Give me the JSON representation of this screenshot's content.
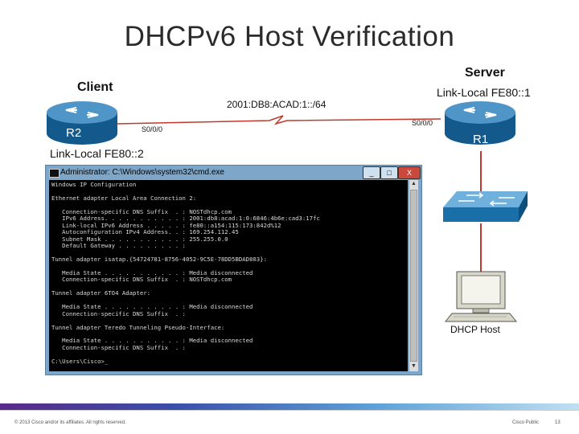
{
  "title": "DHCPv6 Host Verification",
  "topology": {
    "client_label": "Client",
    "server_label": "Server",
    "r2_name": "R2",
    "r1_name": "R1",
    "r2_link_local": "Link-Local FE80::2",
    "r1_link_local": "Link-Local FE80::1",
    "network": "2001:DB8:ACAD:1::/64",
    "r2_interface": "S0/0/0",
    "r1_interface": "S0/0/0",
    "host_label": "DHCP Host"
  },
  "cmd_window": {
    "title": "Administrator: C:\\Windows\\system32\\cmd.exe",
    "minimize": "_",
    "maximize": "□",
    "close": "X",
    "lines": [
      "Windows IP Configuration",
      "",
      "Ethernet adapter Local Area Connection 2:",
      "",
      "   Connection-specific DNS Suffix  . : NOSTdhcp.com",
      "   IPv6 Address. . . . . . . . . . . : 2001:db8:acad:1:0:6846:4b6e:cad3:17fc",
      "   Link-local IPv6 Address . . . . . : fe80::a154:115:173:842d%12",
      "   Autoconfiguration IPv4 Address. . : 169.254.112.45",
      "   Subnet Mask . . . . . . . . . . . : 255.255.0.0",
      "   Default Gateway . . . . . . . . . :",
      "",
      "Tunnel adapter isatap.{54724781-8756-4052-9C5E-78DD5BDAD803}:",
      "",
      "   Media State . . . . . . . . . . . : Media disconnected",
      "   Connection-specific DNS Suffix  . : NOSTdhcp.com",
      "",
      "Tunnel adapter 6TO4 Adapter:",
      "",
      "   Media State . . . . . . . . . . . : Media disconnected",
      "   Connection-specific DNS Suffix  . :",
      "",
      "Tunnel adapter Teredo Tunneling Pseudo-Interface:",
      "",
      "   Media State . . . . . . . . . . . : Media disconnected",
      "   Connection-specific DNS Suffix  . :",
      "",
      "C:\\Users\\Cisco>_"
    ]
  },
  "footer": {
    "copyright": "© 2013 Cisco and/or its affiliates. All rights reserved.",
    "label": "Cisco Public",
    "page": "13"
  },
  "colors": {
    "router_blue": "#1a6fa8",
    "link_red": "#c0392b",
    "cmd_frame": "#7ea6c8"
  }
}
